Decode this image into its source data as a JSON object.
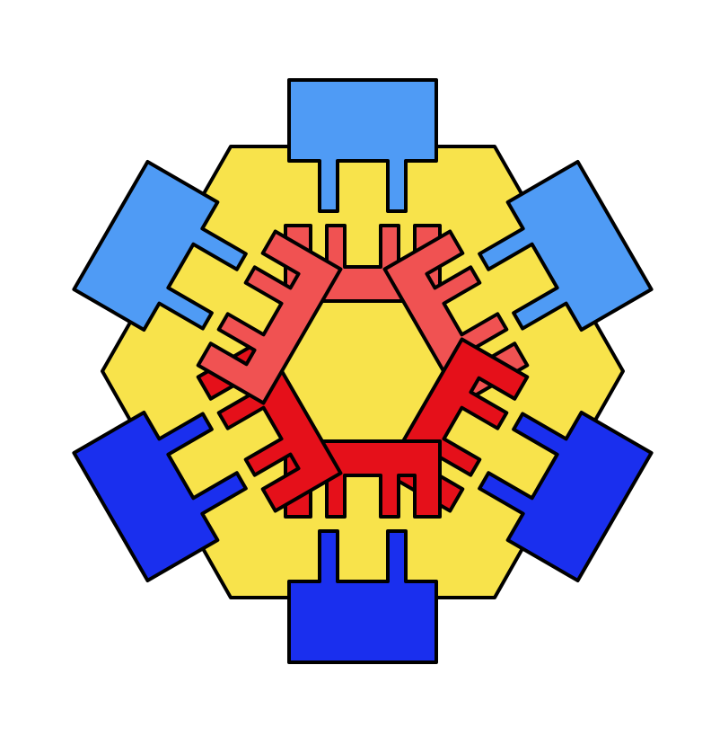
{
  "colors": {
    "background": "#ffffff",
    "hub": "#f8e34b",
    "socket_light": "#f05252",
    "socket_dark": "#e5101a",
    "plug_light": "#4f9bf5",
    "plug_dark": "#1a2fee",
    "outline": "#000000"
  },
  "hub": {
    "shape": "hexagon"
  },
  "sockets": [
    {
      "id": "socket-top",
      "tone": "light"
    },
    {
      "id": "socket-upper-right",
      "tone": "light"
    },
    {
      "id": "socket-lower-right",
      "tone": "dark"
    },
    {
      "id": "socket-bottom",
      "tone": "dark"
    },
    {
      "id": "socket-lower-left",
      "tone": "dark"
    },
    {
      "id": "socket-upper-left",
      "tone": "light"
    }
  ],
  "plugs": [
    {
      "id": "plug-top",
      "tone": "light"
    },
    {
      "id": "plug-upper-right",
      "tone": "light"
    },
    {
      "id": "plug-lower-right",
      "tone": "dark"
    },
    {
      "id": "plug-bottom",
      "tone": "dark"
    },
    {
      "id": "plug-lower-left",
      "tone": "dark"
    },
    {
      "id": "plug-upper-left",
      "tone": "light"
    }
  ]
}
